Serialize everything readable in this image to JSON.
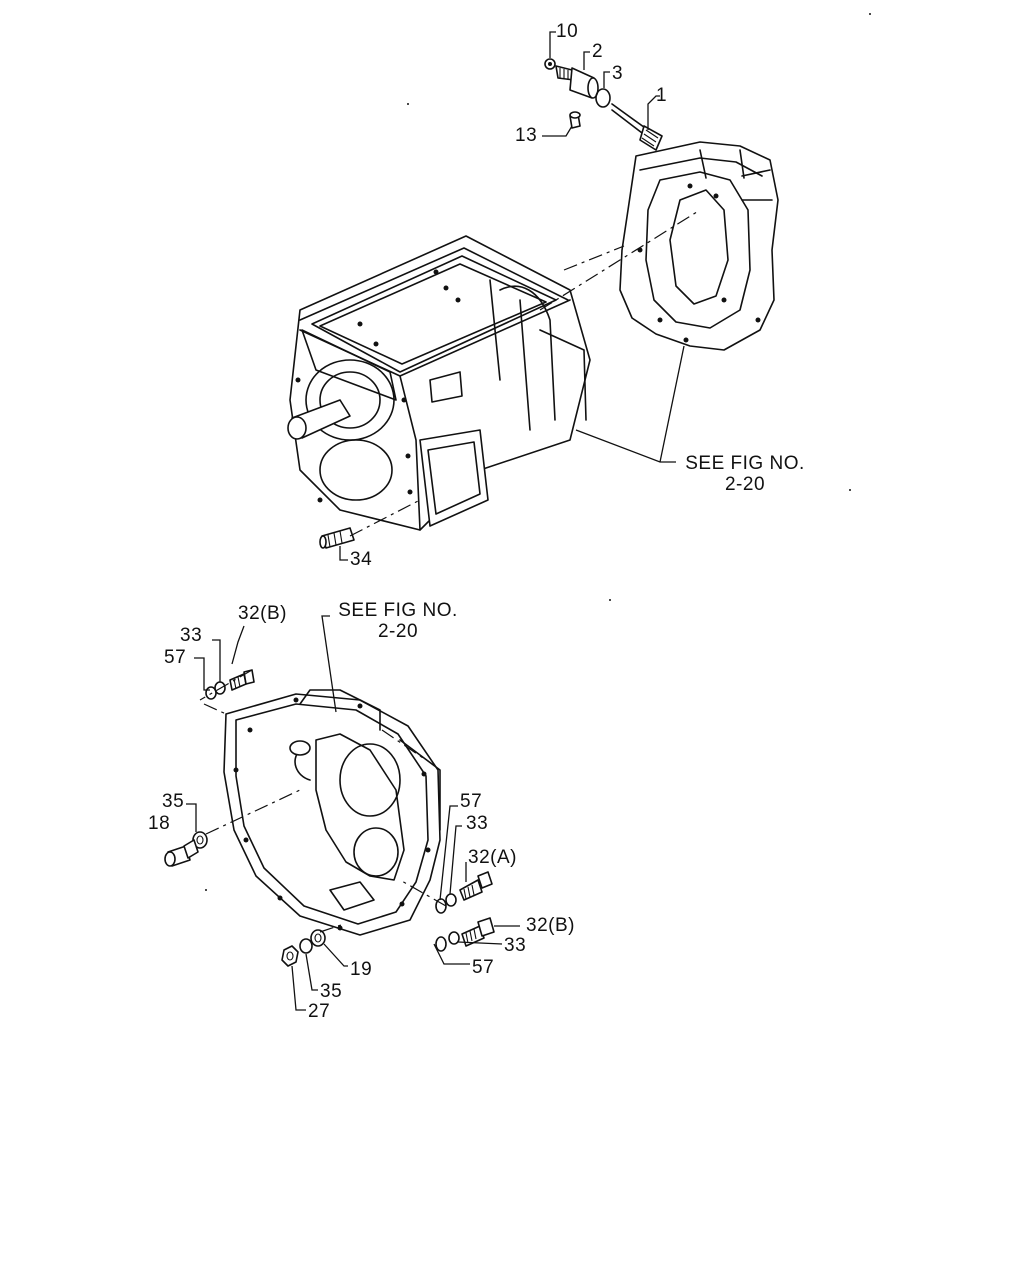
{
  "callouts": {
    "c10": "10",
    "c2": "2",
    "c3": "3",
    "c1": "1",
    "c13": "13",
    "c34": "34",
    "c32b_top": "32(B)",
    "c33_top": "33",
    "c57_top": "57",
    "c35_left": "35",
    "c18": "18",
    "c57_right": "57",
    "c33_right": "33",
    "c32a": "32(A)",
    "c32b_right": "32(B)",
    "c33_low": "33",
    "c57_low": "57",
    "c19": "19",
    "c35_low": "35",
    "c27": "27"
  },
  "references": {
    "upper_line1": "SEE FIG NO.",
    "upper_line2": "2-20",
    "lower_line1": "SEE FIG NO.",
    "lower_line2": "2-20"
  }
}
